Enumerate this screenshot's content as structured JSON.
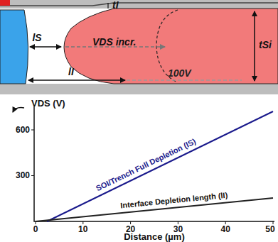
{
  "diagram": {
    "labels": [
      "tI",
      "lS",
      "VDS incr.",
      "tSi",
      "lI",
      "100V",
      "VDS (V)",
      "600",
      "300",
      "0",
      "10",
      "20",
      "30",
      "40",
      "50",
      "Distance (µm)",
      "SOI/Trench Full Depletion (lS)",
      "Interface Depletion length (lI)"
    ]
  }
}
